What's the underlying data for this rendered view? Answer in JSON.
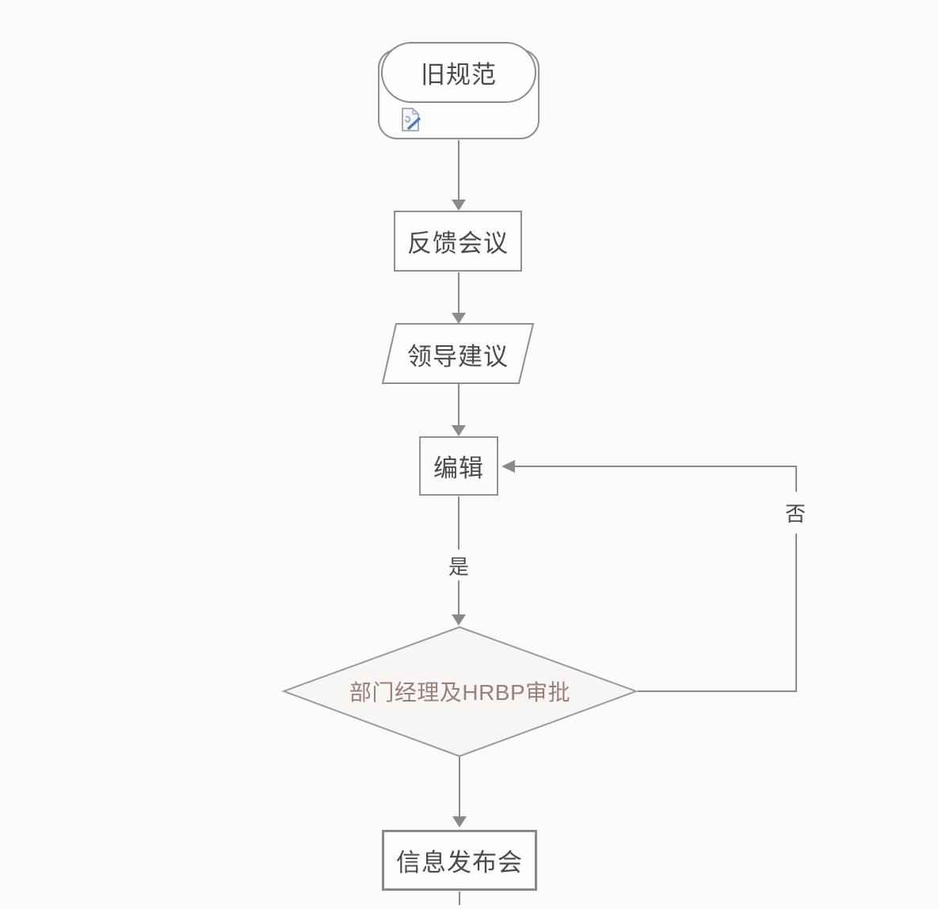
{
  "diagram": {
    "nodes": {
      "start": {
        "label": "旧规范"
      },
      "feedback": {
        "label": "反馈会议"
      },
      "suggestion": {
        "label": "领导建议"
      },
      "edit": {
        "label": "编辑"
      },
      "approval": {
        "label": "部门经理及HRBP审批"
      },
      "release": {
        "label": "信息发布会"
      }
    },
    "edge_labels": {
      "yes": "是",
      "no": "否"
    },
    "icons": {
      "start_attachment": "document-edit-icon"
    },
    "colors": {
      "background": "#fcfbfb",
      "connector": "#8a8a8a",
      "node_border": "#8f8f8f",
      "node_fill": "#fdfdfd",
      "node_text": "#4a4a4a",
      "decision_fill": "#f7f6f5",
      "decision_text": "#9b8078",
      "icon_pen_blue": "#4a78b8"
    }
  }
}
